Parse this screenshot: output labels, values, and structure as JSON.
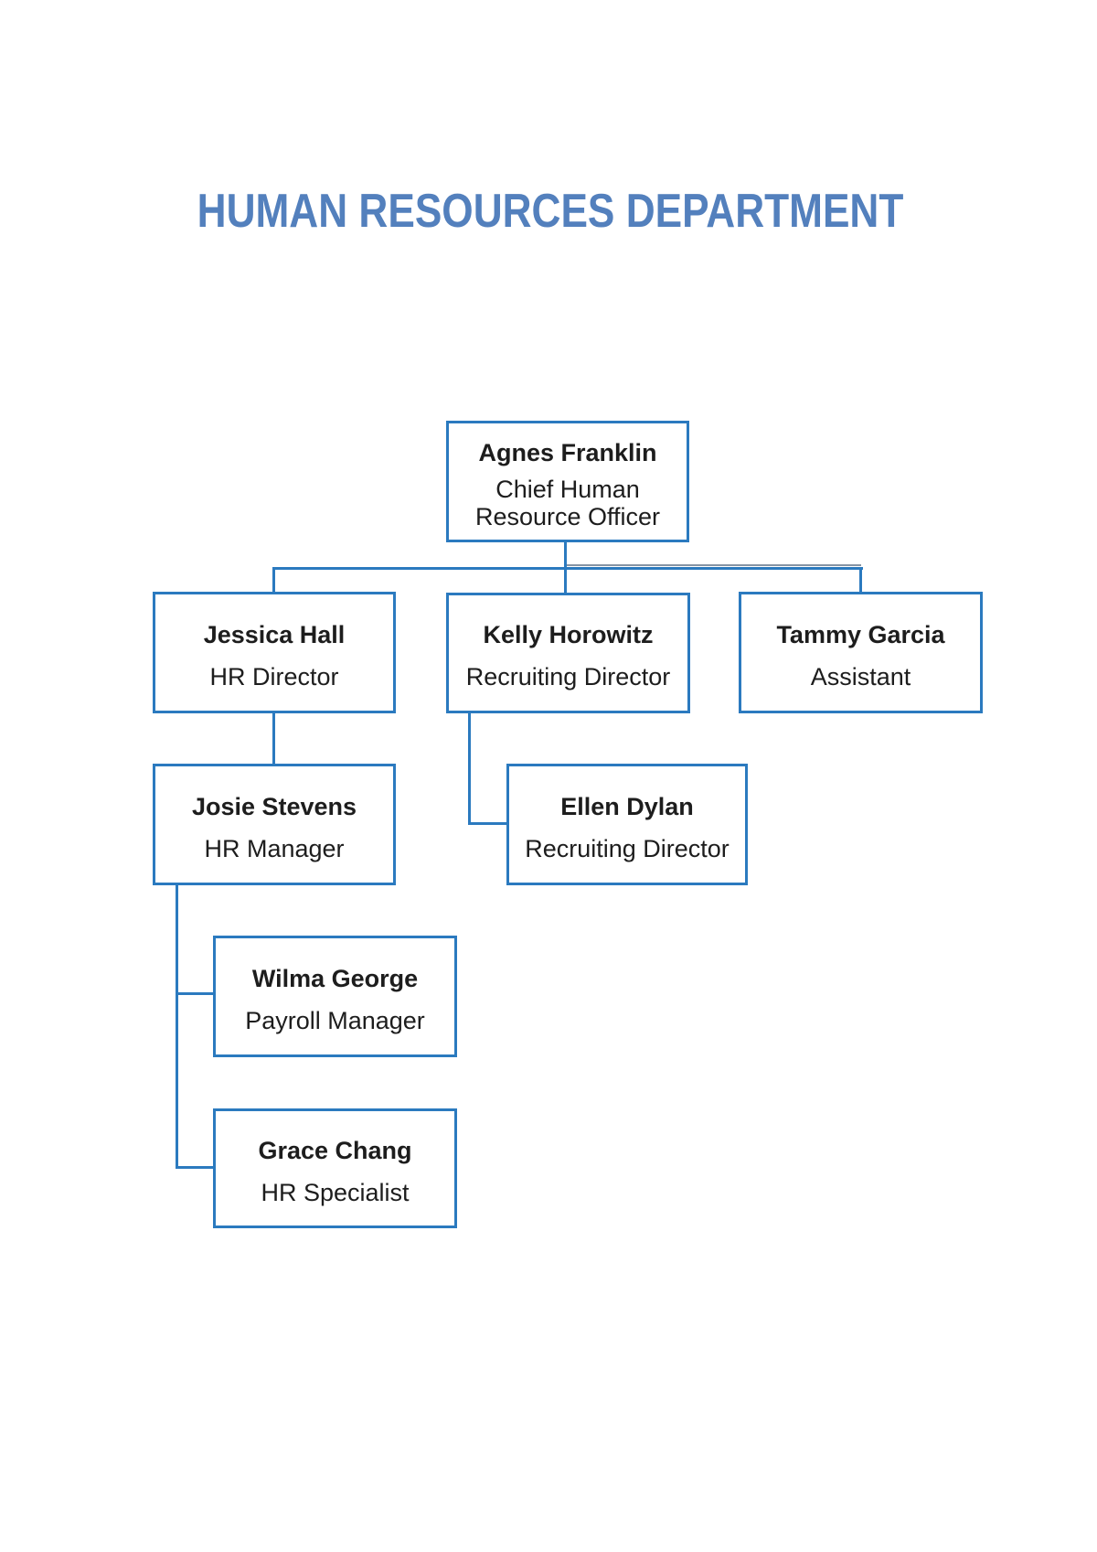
{
  "title": "HUMAN RESOURCES DEPARTMENT",
  "colors": {
    "title_blue": "#5380BD",
    "line_blue": "#2B7ABF",
    "text_dark": "#1D1D1D",
    "background": "#FFFFFF"
  },
  "org_chart": {
    "type": "org-tree",
    "nodes": [
      {
        "name": "Agnes Franklin",
        "role": "Chief Human Resource Officer",
        "reports_to": null
      },
      {
        "name": "Jessica Hall",
        "role": "HR Director",
        "reports_to": "Agnes Franklin"
      },
      {
        "name": "Kelly Horowitz",
        "role": "Recruiting Director",
        "reports_to": "Agnes Franklin"
      },
      {
        "name": "Tammy Garcia",
        "role": "Assistant",
        "reports_to": "Agnes Franklin"
      },
      {
        "name": "Josie Stevens",
        "role": "HR Manager",
        "reports_to": "Jessica Hall"
      },
      {
        "name": "Ellen Dylan",
        "role": "Recruiting Director",
        "reports_to": "Kelly Horowitz"
      },
      {
        "name": "Wilma George",
        "role": "Payroll Manager",
        "reports_to": "Josie Stevens"
      },
      {
        "name": "Grace Chang",
        "role": "HR Specialist",
        "reports_to": "Josie Stevens"
      }
    ]
  }
}
